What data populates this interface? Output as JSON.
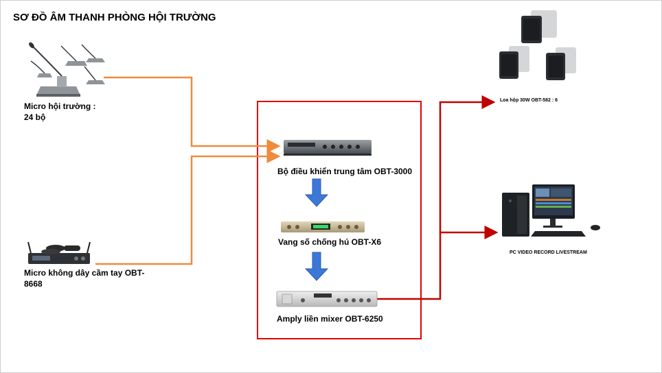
{
  "diagram": {
    "title": "SƠ ĐỒ ÂM THANH PHÒNG HỘI TRƯỜNG",
    "devices": {
      "conference_mic": "Micro hội trường : 24 bộ",
      "wireless_mic": "Micro không dây cầm tay OBT-8668",
      "central_controller": "Bộ điều khiển trung tâm OBT-3000",
      "echo_processor": "Vang số chống hú OBT-X6",
      "amplifier": "Amply liền mixer OBT-6250",
      "speaker": "Loa hộp 30W OBT-582 : 6",
      "pc": "PC VIDEO RECORD LIVESTREAM"
    },
    "colors": {
      "input_line": "#f08a3c",
      "output_line": "#c00000",
      "frame": "#e00000",
      "down_arrow": "#3d78d8"
    },
    "icons": [
      "conference-microphone-icon",
      "wireless-microphone-icon",
      "rack-device-icon",
      "box-speaker-icon",
      "desktop-pc-icon",
      "monitor-icon",
      "keyboard-icon",
      "mouse-icon",
      "arrow-down-icon"
    ]
  }
}
